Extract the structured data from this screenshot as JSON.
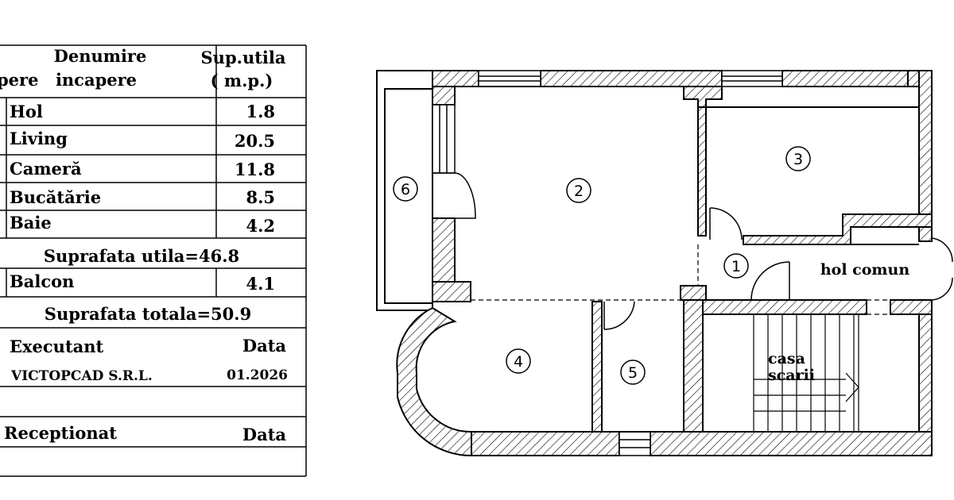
{
  "table": {
    "header": {
      "col_name_line1": "Denumire",
      "col_name_line2": "incapere",
      "col_num_fragment": "pere",
      "col_area_line1": "Sup.utila",
      "col_area_line2": "( m.p.)"
    },
    "rooms": [
      {
        "name": "Hol",
        "area": "1.8"
      },
      {
        "name": "Living",
        "area": "20.5"
      },
      {
        "name": "Cameră",
        "area": "11.8"
      },
      {
        "name": "Bucătărie",
        "area": "8.5"
      },
      {
        "name": "Baie",
        "area": "4.2"
      }
    ],
    "suprafata_utila": "Suprafata utila=46.8",
    "balcon": {
      "name": "Balcon",
      "area": "4.1"
    },
    "suprafata_totala": "Suprafata totala=50.9",
    "executant_label": "Executant",
    "data_label_1": "Data",
    "company": "VICTOPCAD S.R.L.",
    "date": "01.2026",
    "receptionat_label": "Receptionat",
    "data_label_2": "Data"
  },
  "plan": {
    "room_numbers": [
      "1",
      "2",
      "3",
      "4",
      "5",
      "6"
    ],
    "hol_comun": "hol comun",
    "casa_scarii_line1": "casa",
    "casa_scarii_line2": "scarii"
  }
}
